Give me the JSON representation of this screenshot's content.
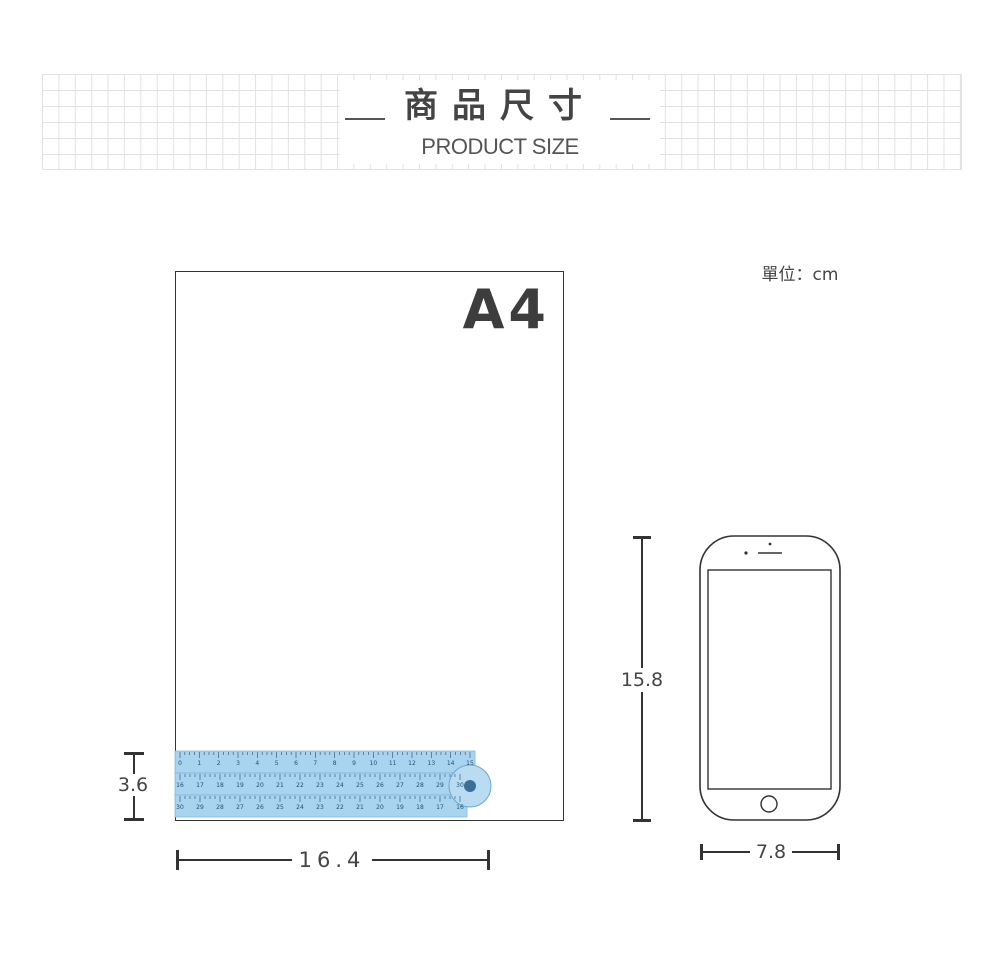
{
  "header": {
    "title_cn": "商品尺寸",
    "title_en": "PRODUCT  SIZE"
  },
  "unit_label": "單位：cm",
  "paper": {
    "label": "A4"
  },
  "ruler": {
    "height_value": "3.6",
    "width_value": "16.4",
    "top_scale": [
      "0",
      "1",
      "2",
      "3",
      "4",
      "5",
      "6",
      "7",
      "8",
      "9",
      "10",
      "11",
      "12",
      "13",
      "14",
      "15"
    ],
    "middle_scale": [
      "16",
      "17",
      "18",
      "19",
      "20",
      "21",
      "22",
      "23",
      "24",
      "25",
      "26",
      "27",
      "28",
      "29",
      "30"
    ],
    "bottom_scale": [
      "30",
      "29",
      "28",
      "27",
      "26",
      "25",
      "24",
      "23",
      "22",
      "21",
      "20",
      "19",
      "18",
      "17",
      "16"
    ],
    "color": "#a8d4ef"
  },
  "phone": {
    "height_value": "15.8",
    "width_value": "7.8"
  },
  "colors": {
    "line": "#333333",
    "grid": "#e2e2e2",
    "ruler_fill": "#a8d4ef"
  }
}
